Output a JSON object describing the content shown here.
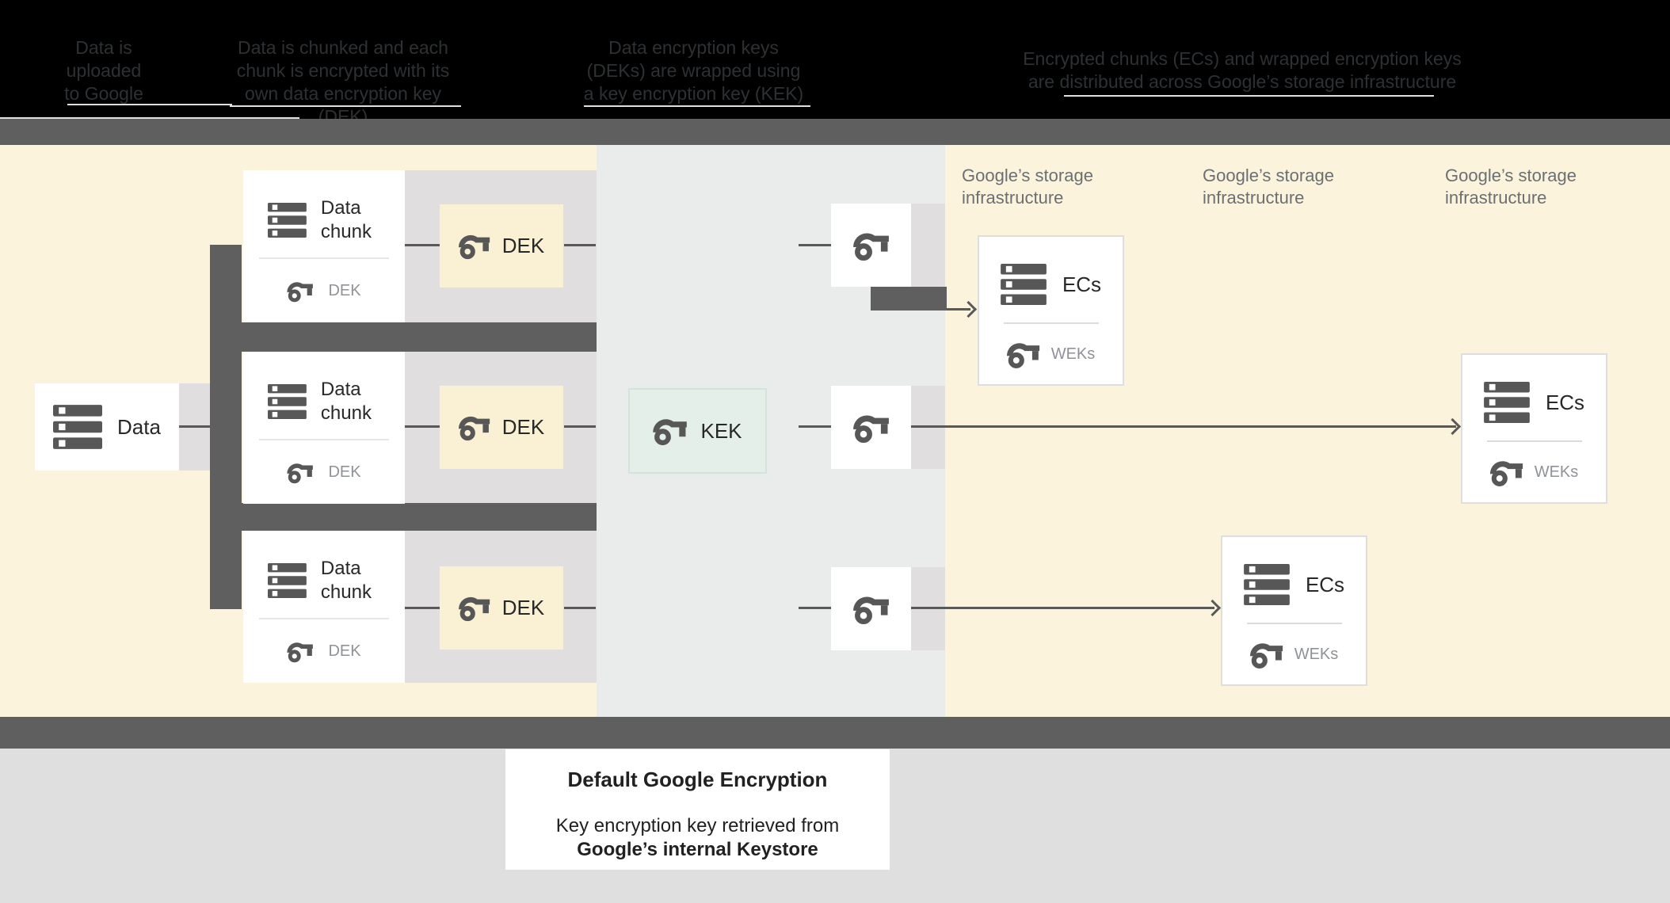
{
  "header": {
    "captions": [
      {
        "text": "Data is\nuploaded\nto Google"
      },
      {
        "text": "Data is chunked and each\nchunk is encrypted with its\nown data encryption key (DEK)"
      },
      {
        "text": "Data encryption keys\n(DEKs) are wrapped using\na key encryption key (KEK)"
      },
      {
        "text": "Encrypted chunks (ECs) and wrapped encryption keys\nare distributed across Google’s storage infrastructure"
      }
    ]
  },
  "diagram": {
    "data_box": {
      "label": "Data"
    },
    "chunk_rows": [
      {
        "title": "Data chunk",
        "embedded_key_label": "DEK",
        "dek_box_label": "DEK"
      },
      {
        "title": "Data chunk",
        "embedded_key_label": "DEK",
        "dek_box_label": "DEK"
      },
      {
        "title": "Data chunk",
        "embedded_key_label": "DEK",
        "dek_box_label": "DEK"
      }
    ],
    "kek_box": {
      "label": "KEK"
    },
    "storage_zones": [
      {
        "label": "Google’s storage\ninfrastructure"
      },
      {
        "label": "Google’s storage\ninfrastructure"
      },
      {
        "label": "Google’s storage\ninfrastructure"
      }
    ],
    "ec_boxes": [
      {
        "title": "ECs",
        "key_label": "WEKs"
      },
      {
        "title": "ECs",
        "key_label": "WEKs"
      },
      {
        "title": "ECs",
        "key_label": "WEKs"
      }
    ]
  },
  "legend": {
    "title": "Default Google Encryption",
    "body_line1": "Key encryption key retrieved from",
    "body_line2": "Google’s internal Keystore"
  },
  "colors": {
    "background_cream": "#FBF3DC",
    "kek_zone_gray": "#E9ECEB",
    "band_gray": "#E0DEDE",
    "bar_gray": "#5F5F5F",
    "dek_fill": "#FAF0D3",
    "kek_fill": "#E4EFE9",
    "icon_gray": "#575757",
    "connector_line": "#58595A",
    "muted_text": "#8F9296",
    "zone_label_text": "#6C6F72",
    "title_text": "#282828"
  }
}
